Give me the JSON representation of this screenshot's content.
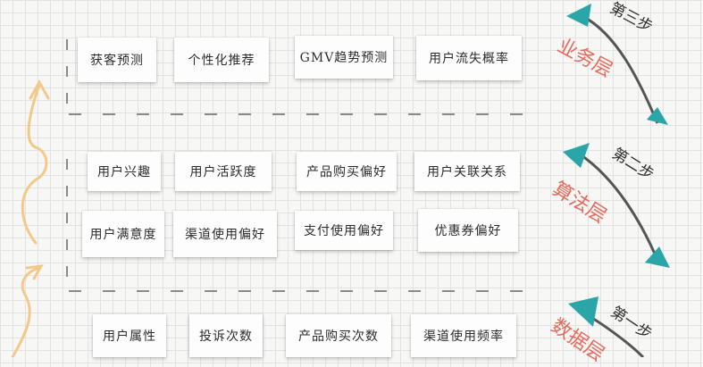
{
  "layers": [
    {
      "id": "business",
      "step": "第三步",
      "name": "业务层",
      "cards": [
        "获客预测",
        "个性化推荐",
        "GMV趋势预测",
        "用户流失概率"
      ]
    },
    {
      "id": "algorithm",
      "step": "第二步",
      "name": "算法层",
      "cards": [
        "用户兴趣",
        "用户活跃度",
        "产品购买偏好",
        "用户关联关系",
        "用户满意度",
        "渠道使用偏好",
        "支付使用偏好",
        "优惠券偏好"
      ]
    },
    {
      "id": "data",
      "step": "第一步",
      "name": "数据层",
      "cards": [
        "用户属性",
        "投诉次数",
        "产品购买次数",
        "渠道使用频率"
      ]
    }
  ],
  "colors": {
    "accent": "#e46a5c",
    "arrow_head": "#2aa6a8",
    "arrow_body": "#555555",
    "curve": "#f3c98a"
  }
}
